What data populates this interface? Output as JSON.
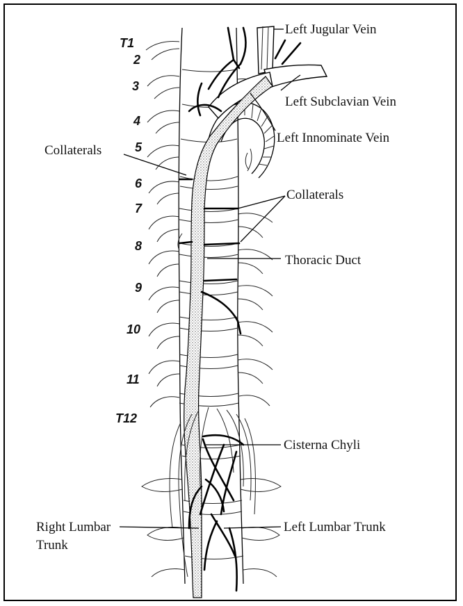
{
  "figure": {
    "labels": {
      "left_jugular_vein": "Left Jugular Vein",
      "left_subclavian_vein": "Left Subclavian Vein",
      "left_innominate_vein": "Left Innominate Vein",
      "collaterals_left": "Collaterals",
      "collaterals_right": "Collaterals",
      "thoracic_duct": "Thoracic Duct",
      "cisterna_chyli": "Cisterna Chyli",
      "right_lumbar_trunk_line1": "Right Lumbar",
      "right_lumbar_trunk_line2": "Trunk",
      "left_lumbar_trunk": "Left Lumbar Trunk"
    },
    "vertebrae": [
      "T1",
      "2",
      "3",
      "4",
      "5",
      "6",
      "7",
      "8",
      "9",
      "10",
      "11",
      "T12"
    ],
    "colors": {
      "ink": "#000000",
      "background": "#ffffff",
      "duct_stipple": "#555555"
    }
  }
}
